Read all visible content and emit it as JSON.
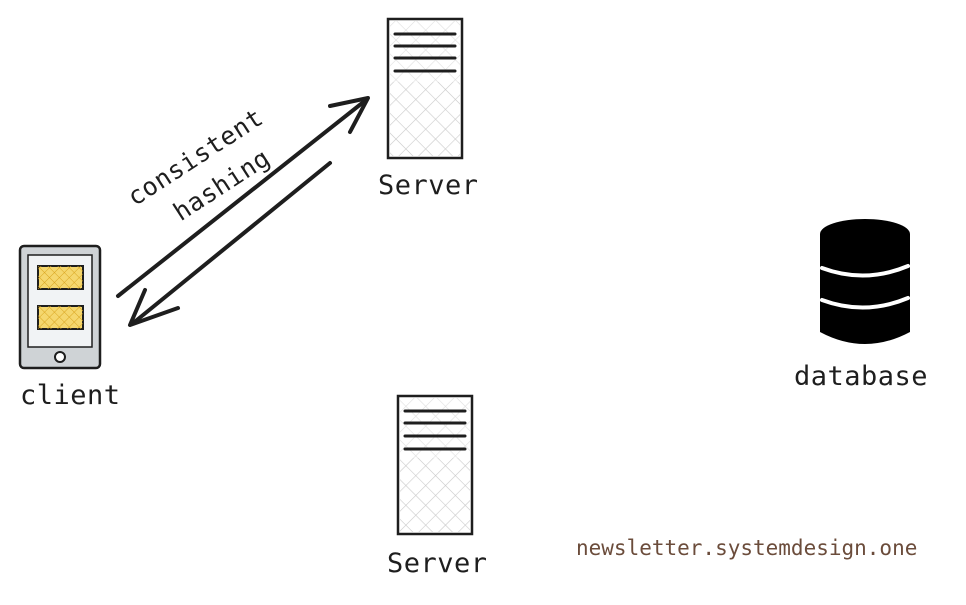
{
  "nodes": {
    "client": {
      "label": "client",
      "icon": "client-device-icon"
    },
    "server_top": {
      "label": "Server",
      "icon": "server-icon"
    },
    "server_bottom": {
      "label": "Server",
      "icon": "server-icon"
    },
    "database": {
      "label": "database",
      "icon": "database-icon"
    }
  },
  "edge": {
    "label_line1": "consistent",
    "label_line2": "hashing",
    "from": "client",
    "to": "server_top",
    "direction": "bidirectional"
  },
  "watermark": "newsletter.systemdesign.one",
  "colors": {
    "stroke": "#1e1e1e",
    "client_panel": "#f5d76e",
    "client_body": "#e9ecef",
    "server_hatch": "#c9c9c9",
    "database_fill": "#000000",
    "watermark": "#6b4c3b"
  }
}
